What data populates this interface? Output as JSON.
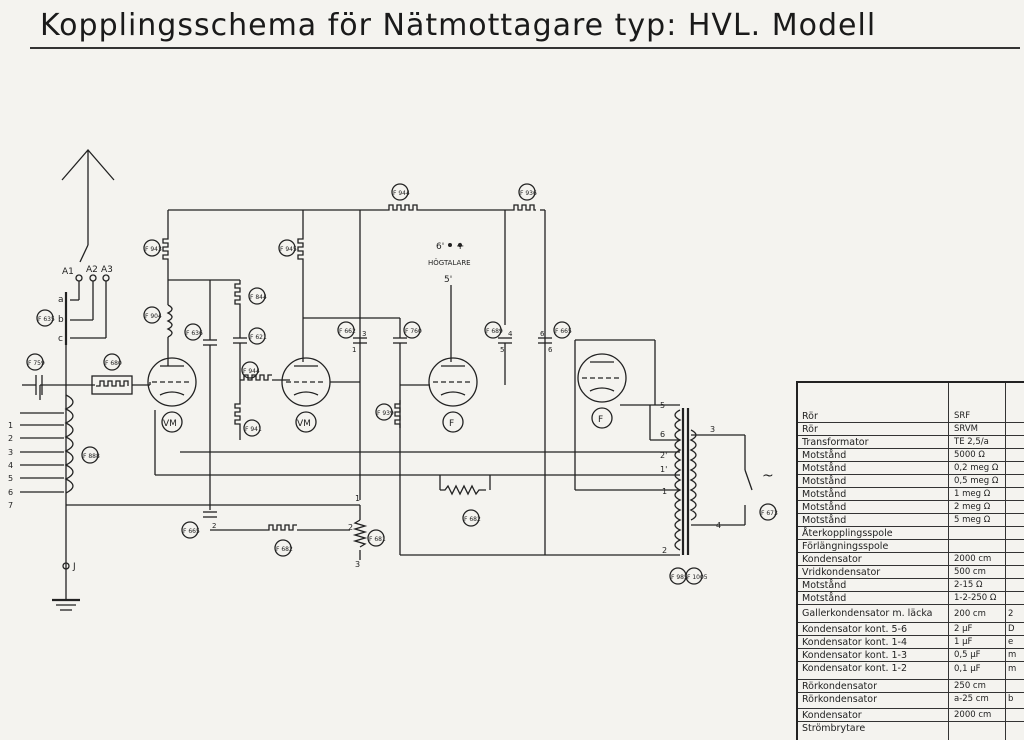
{
  "title": "Kopplingsschema för Nätmottagare typ: HVL.   Modell",
  "antenna_labels": [
    "A1",
    "A2",
    "A3"
  ],
  "switch_labels": [
    "a",
    "b",
    "c"
  ],
  "tap_labels": [
    "1",
    "2",
    "3",
    "4",
    "5",
    "6",
    "7"
  ],
  "jord_label": "J",
  "tube_labels": [
    "VM",
    "VM",
    "F",
    "F"
  ],
  "speaker": {
    "label": "HÖGTALARE",
    "plus": "+",
    "pin6": "6'",
    "pin5": "5'"
  },
  "components": [
    {
      "ref": "F 759"
    },
    {
      "ref": "F 635"
    },
    {
      "ref": "F 680"
    },
    {
      "ref": "F 888"
    },
    {
      "ref": "F 904"
    },
    {
      "ref": "F 636"
    },
    {
      "ref": "F 943"
    },
    {
      "ref": "F 844"
    },
    {
      "ref": "F 621"
    },
    {
      "ref": "F 944"
    },
    {
      "ref": "F 941"
    },
    {
      "ref": "F 945"
    },
    {
      "ref": "F 944"
    },
    {
      "ref": "F 662"
    },
    {
      "ref": "F 760"
    },
    {
      "ref": "F 939"
    },
    {
      "ref": "F 689"
    },
    {
      "ref": "F 936"
    },
    {
      "ref": "F 665"
    },
    {
      "ref": "F 665"
    },
    {
      "ref": "F 682"
    },
    {
      "ref": "F 681"
    },
    {
      "ref": "F 682"
    },
    {
      "ref": "F 1005"
    },
    {
      "ref": "F 985"
    },
    {
      "ref": "F 673"
    }
  ],
  "pin_numbers": [
    "1",
    "2",
    "3",
    "4",
    "5",
    "6",
    "1",
    "2",
    "3",
    "4",
    "5",
    "6",
    "2'",
    "1'",
    "1",
    "2",
    "3"
  ],
  "mains_symbol": "~",
  "parts_list": [
    {
      "name": "Rör",
      "value": "SRF",
      "note": ""
    },
    {
      "name": "Rör",
      "value": "SRVM",
      "note": ""
    },
    {
      "name": "Transformator",
      "value": "TE 2,5/a",
      "note": ""
    },
    {
      "name": "Motstånd",
      "value": "5000 Ω",
      "note": ""
    },
    {
      "name": "Motstånd",
      "value": "0,2 meg Ω",
      "note": ""
    },
    {
      "name": "Motstånd",
      "value": "0,5 meg Ω",
      "note": ""
    },
    {
      "name": "Motstånd",
      "value": "1 meg Ω",
      "note": ""
    },
    {
      "name": "Motstånd",
      "value": "2 meg Ω",
      "note": ""
    },
    {
      "name": "Motstånd",
      "value": "5 meg Ω",
      "note": ""
    },
    {
      "name": "Återkopplingsspole",
      "value": "",
      "note": ""
    },
    {
      "name": "Förlängningsspole",
      "value": "",
      "note": ""
    },
    {
      "name": "Kondensator",
      "value": "2000 cm",
      "note": ""
    },
    {
      "name": "Vridkondensator",
      "value": "500 cm",
      "note": ""
    },
    {
      "name": "Motstånd",
      "value": "2-15 Ω",
      "note": ""
    },
    {
      "name": "Motstånd",
      "value": "1-2-250 Ω",
      "note": ""
    },
    {
      "name": "Gallerkondensator m. läcka",
      "value": "200 cm",
      "note": "2"
    },
    {
      "name": "Kondensator kont. 5-6",
      "value": "2 μF",
      "note": "D"
    },
    {
      "name": "Kondensator kont. 1-4",
      "value": "1 μF",
      "note": "e"
    },
    {
      "name": "Kondensator kont. 1-3",
      "value": "0,5 μF",
      "note": "m"
    },
    {
      "name": "Kondensator kont. 1-2",
      "value": "0,1 μF",
      "note": "m"
    },
    {
      "name": "Rörkondensator",
      "value": "250 cm",
      "note": ""
    },
    {
      "name": "Rörkondensator",
      "value": "a-25 cm",
      "note": "b"
    },
    {
      "name": "Kondensator",
      "value": "2000 cm",
      "note": ""
    },
    {
      "name": "Strömbrytare",
      "value": "",
      "note": ""
    }
  ]
}
